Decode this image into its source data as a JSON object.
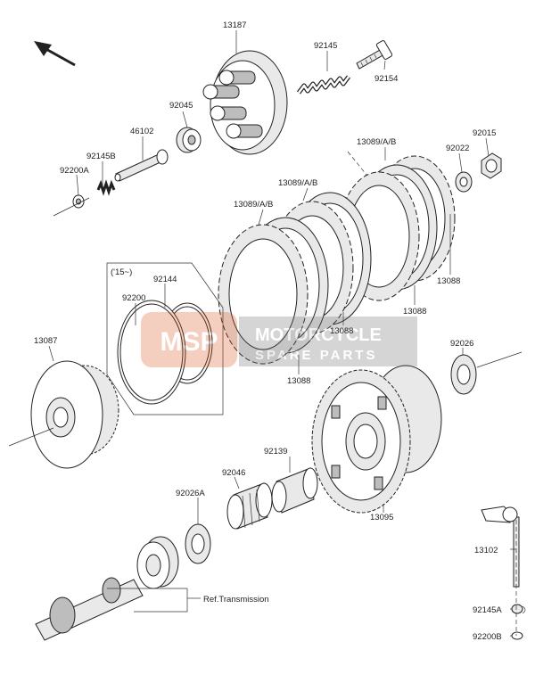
{
  "diagram": {
    "labels": {
      "p13187": "13187",
      "p92145": "92145",
      "p92154": "92154",
      "p92045": "92045",
      "p46102": "46102",
      "p92145B": "92145B",
      "p92200A": "92200A",
      "p13089_top": "13089/A/B",
      "p92022": "92022",
      "p92015": "92015",
      "p13089_mid": "13089/A/B",
      "p13089_low": "13089/A/B",
      "p13088_a": "13088",
      "p13088_b": "13088",
      "p13088_c": "13088",
      "p13088_d": "13088",
      "year_note": "('15~)",
      "p92144": "92144",
      "p92200": "92200",
      "p13087": "13087",
      "p92026": "92026",
      "p92139": "92139",
      "p92046": "92046",
      "p92026A": "92026A",
      "p13095": "13095",
      "p13102": "13102",
      "ref_transmission": "Ref.Transmission",
      "p92145A": "92145A",
      "p92200B": "92200B"
    },
    "watermark": {
      "badge": "MSP",
      "title": "MOTORCYCLE",
      "subtitle": "SPARE PARTS"
    },
    "front_arrow_icon": "front-direction-arrow"
  }
}
